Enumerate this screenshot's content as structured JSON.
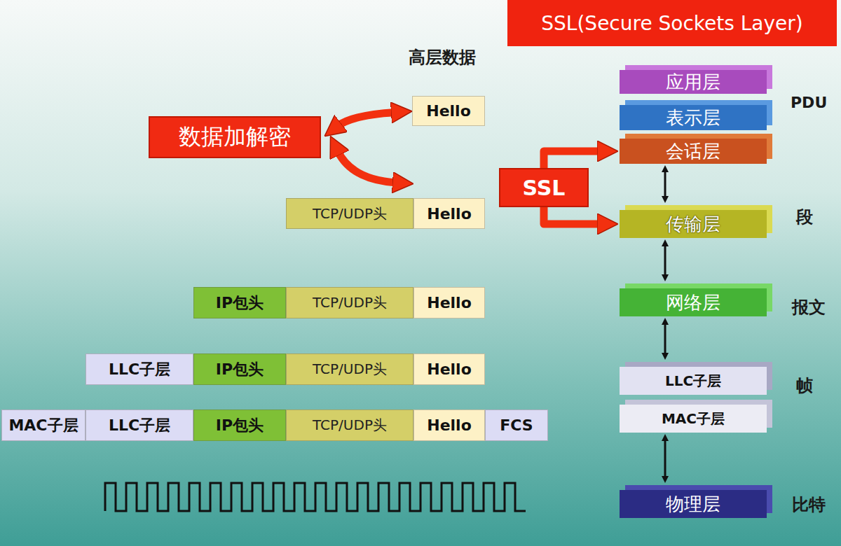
{
  "diagram": {
    "title": "SSL(Secure Sockets Layer)",
    "nodes": [
      {
        "text": [
          "应用层"
        ]
      },
      {
        "text": [
          "表示层"
        ]
      },
      {
        "text": [
          "会话层"
        ]
      },
      {
        "text": [
          "传输层"
        ]
      },
      {
        "text": [
          "网络层"
        ]
      },
      {
        "text": [
          "LLC子层"
        ]
      },
      {
        "text": [
          "MAC子层"
        ]
      },
      {
        "text": [
          "物理层"
        ]
      },
      {
        "text": [
          "数据加解密"
        ]
      },
      {
        "text": [
          "SSL"
        ]
      },
      {
        "text": [
          "Hello"
        ]
      },
      {
        "text": [
          "TCP/UDP头"
        ]
      },
      {
        "text": [
          "Hello"
        ]
      },
      {
        "text": [
          "IP包头"
        ]
      },
      {
        "text": [
          "TCP/UDP头"
        ]
      },
      {
        "text": [
          "Hello"
        ]
      },
      {
        "text": [
          "LLC子层"
        ]
      },
      {
        "text": [
          "IP包头"
        ]
      },
      {
        "text": [
          "TCP/UDP头"
        ]
      },
      {
        "text": [
          "Hello"
        ]
      },
      {
        "text": [
          "MAC子层"
        ]
      },
      {
        "text": [
          "LLC子层"
        ]
      },
      {
        "text": [
          "IP包头"
        ]
      },
      {
        "text": [
          "TCP/UDP头"
        ]
      },
      {
        "text": [
          "Hello"
        ]
      },
      {
        "text": [
          "FCS"
        ]
      }
    ],
    "edges": [
      {
        "from": 8,
        "to": 10,
        "arrow": "both"
      },
      {
        "from": 8,
        "to": 11,
        "arrow": "both"
      },
      {
        "from": 9,
        "to": 2,
        "arrow": "to"
      },
      {
        "from": 9,
        "to": 3,
        "arrow": "to"
      },
      {
        "from": 2,
        "to": 3,
        "arrow": "both"
      },
      {
        "from": 3,
        "to": 4,
        "arrow": "both"
      },
      {
        "from": 4,
        "to": 5,
        "arrow": "both"
      },
      {
        "from": 6,
        "to": 7,
        "arrow": "both"
      }
    ],
    "labels": [
      "高层数据",
      "PDU",
      "段",
      "报文",
      "帧",
      "比特"
    ]
  }
}
